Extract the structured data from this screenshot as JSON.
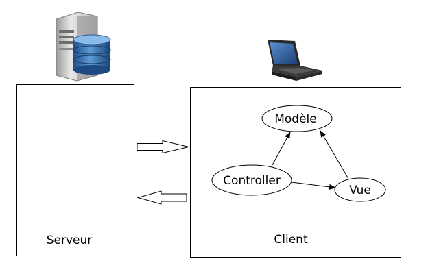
{
  "server": {
    "label": "Serveur",
    "icon": "server-database-icon"
  },
  "client": {
    "label": "Client",
    "icon": "laptop-icon"
  },
  "nodes": {
    "model": "Modèle",
    "controller": "Controller",
    "view": "Vue"
  },
  "arrows": {
    "to_client": "hollow-arrow-right-icon",
    "to_server": "hollow-arrow-left-icon"
  }
}
